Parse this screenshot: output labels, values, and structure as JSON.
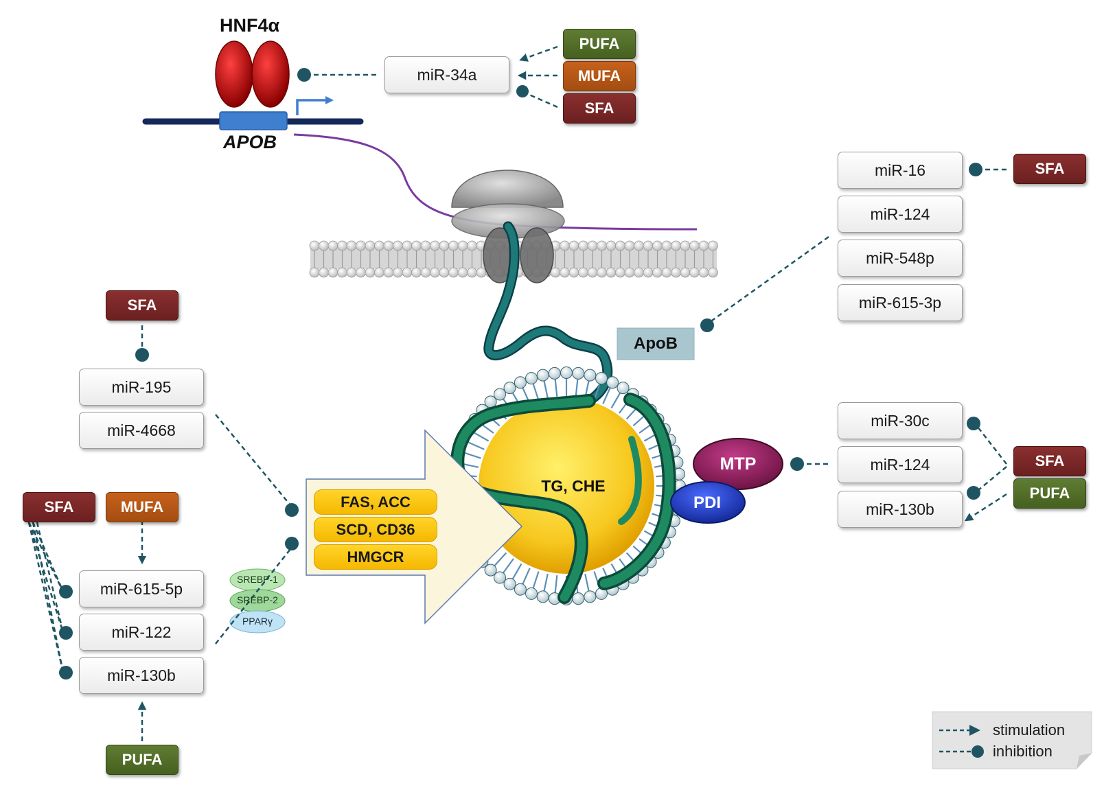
{
  "hnf4a_label": "HNF4α",
  "apob_gene_label": "APOB",
  "apob_protein_label": "ApoB",
  "lipid_core_label": "TG, CHE",
  "mtp_label": "MTP",
  "pdi_label": "PDI",
  "mir_top": "miR-34a",
  "mir_right_top": [
    "miR-16",
    "miR-124",
    "miR-548p",
    "miR-615-3p"
  ],
  "mir_right_mid": [
    "miR-30c",
    "miR-124",
    "miR-130b"
  ],
  "mir_left_top": [
    "miR-195",
    "miR-4668"
  ],
  "mir_left_bottom": [
    "miR-615-5p",
    "miR-122",
    "miR-130b"
  ],
  "fatty_acids": {
    "sfa": "SFA",
    "mufa": "MUFA",
    "pufa": "PUFA"
  },
  "enzymes": [
    "FAS, ACC",
    "SCD, CD36",
    "HMGCR"
  ],
  "transcription_factors": [
    "SREBP-1",
    "SREBP-2",
    "PPARγ"
  ],
  "legend": {
    "stimulation": "stimulation",
    "inhibition": "inhibition"
  },
  "colors": {
    "sfa": "#7a2626",
    "mufa": "#b5561a",
    "pufa": "#527030",
    "connector": "#1f5563",
    "apob_chain": "#1e7a78",
    "mrna": "#7a3aa0",
    "hnf4a": "#c01010",
    "mtp": "#8c1f5a",
    "pdi": "#1f3ec0",
    "lipid_core": "#f7c81f",
    "enzyme": "#ffc800"
  }
}
